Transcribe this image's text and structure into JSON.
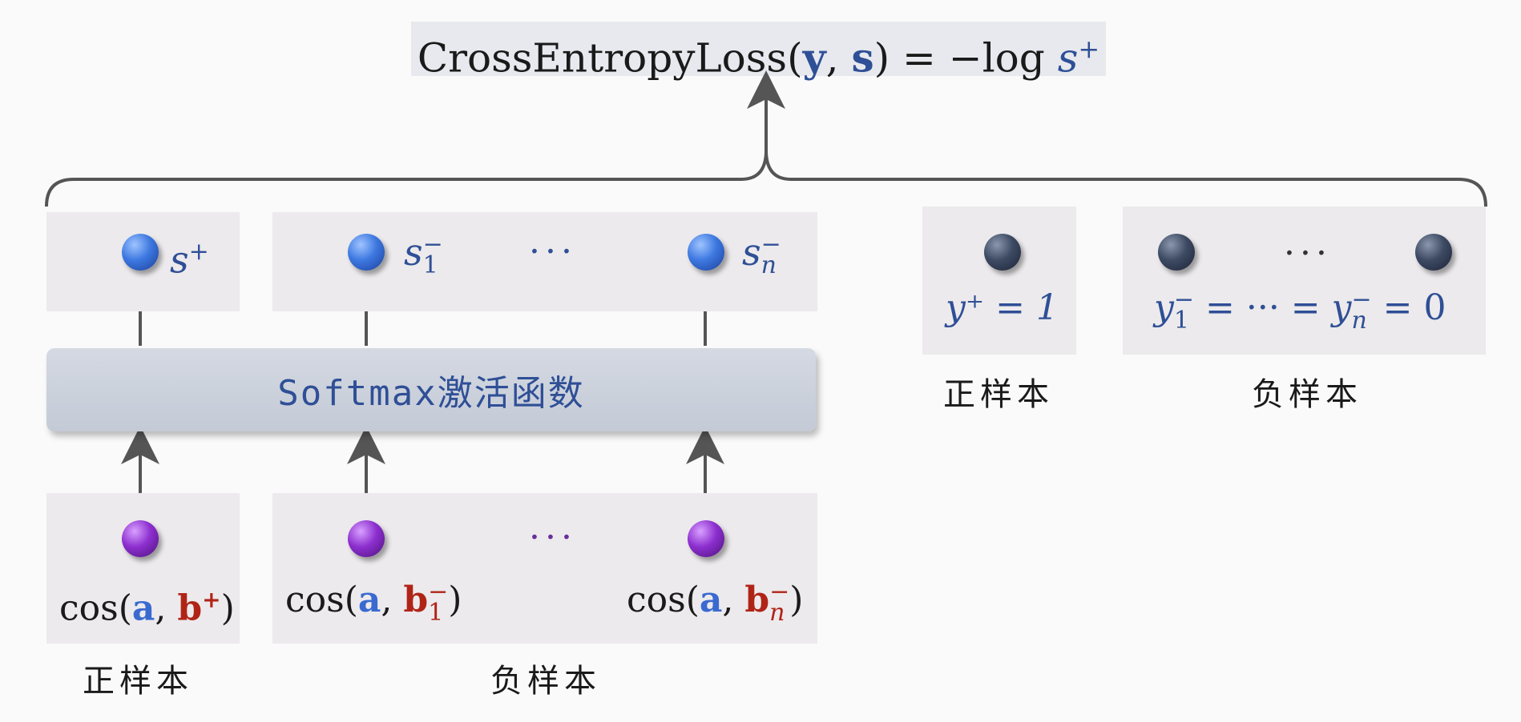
{
  "top_formula": {
    "fn": "CrossEntropyLoss(",
    "y": "y",
    "comma": ", ",
    "s": "s",
    "rest": ") = −log ",
    "sp": "s",
    "sp_sup": "+"
  },
  "scores": {
    "positive": {
      "base": "s",
      "sup": "+"
    },
    "negative_first": {
      "base": "s",
      "sup": "−",
      "sub": "1"
    },
    "negative_last": {
      "base": "s",
      "sup": "−",
      "sub": "n"
    },
    "dots": "···"
  },
  "softmax": {
    "label": "Softmax激活函数"
  },
  "cosines": {
    "positive": {
      "prefix": "cos(",
      "a": "a",
      "comma": ", ",
      "b": "b",
      "sup": "+",
      "close": ")"
    },
    "negative_first": {
      "prefix": "cos(",
      "a": "a",
      "comma": ", ",
      "b": "b",
      "sup": "−",
      "sub": "1",
      "close": ")"
    },
    "negative_last": {
      "prefix": "cos(",
      "a": "a",
      "comma": ", ",
      "b": "b",
      "sup": "−",
      "sub": "n",
      "close": ")"
    },
    "dots": "···"
  },
  "labels": {
    "positive_bottom": "正样本",
    "negative_bottom": "负样本",
    "positive_right": "正样本",
    "negative_right": "负样本"
  },
  "targets": {
    "positive": "y⁺ = 1",
    "negative_left": "y",
    "negative_left_sup": "−",
    "negative_left_sub": "1",
    "negative_mid": " = ··· = ",
    "negative_right": "y",
    "negative_right_sup": "−",
    "negative_right_sub": "n",
    "negative_tail": " = 0",
    "dots": "···"
  },
  "colors": {
    "score_blue": "#2f4f96",
    "a_blue": "#3a6ad0",
    "b_red": "#b02418",
    "purple_dots": "#6a2f9a"
  }
}
